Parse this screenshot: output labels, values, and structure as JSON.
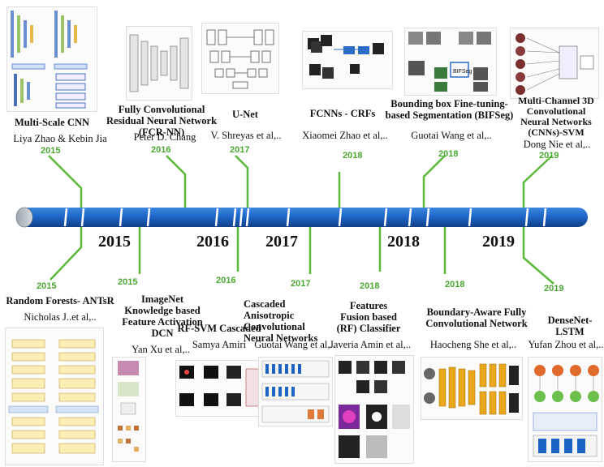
{
  "colors": {
    "timeline": "#1c64c4",
    "timeline_dark": "#123f86",
    "connector": "#5cb83a",
    "year_small": "#4aa832"
  },
  "timeline": {
    "years": [
      "2015",
      "2016",
      "2017",
      "2018",
      "2019"
    ]
  },
  "top_items": [
    {
      "title": "Multi-Scale CNN",
      "author": "Liya Zhao & Kebin Jia",
      "year": "2015"
    },
    {
      "title": "Fully Convolutional Residual Neural Network (FCR-NN)",
      "author": "Peter D. Chang",
      "year": "2016"
    },
    {
      "title": "U-Net",
      "author": "V. Shreyas et al,..",
      "year": "2017"
    },
    {
      "title": "FCNNs - CRFs",
      "author": "Xiaomei Zhao et al,..",
      "year": "2018"
    },
    {
      "title": "Bounding box Fine-tuning-based Segmentation (BIFSeg)",
      "author": "Guotai Wang et al,..",
      "year": "2018"
    },
    {
      "title": "Multi-Channel 3D Convolutional Neural Networks (CNNs)-SVM",
      "author": "Dong Nie et al,..",
      "year": "2019"
    }
  ],
  "bottom_items": [
    {
      "title": "Random Forests- ANTsR",
      "author": "Nicholas J..et al,..",
      "year": "2015"
    },
    {
      "title": "ImageNet Knowledge based Feature Activation DCN",
      "author": "Yan Xu et al,..",
      "year": "2015"
    },
    {
      "title": "RF-SVM Cascaded",
      "author": "Samya Amiri",
      "year": "2016"
    },
    {
      "title": "Cascaded Anisotropic Convolutional Neural Networks",
      "author": "Guotai Wang et al,..",
      "year": "2017"
    },
    {
      "title": "Features Fusion based (RF) Classifier",
      "author": "Javeria Amin et al,..",
      "year": "2018"
    },
    {
      "title": "Boundary-Aware Fully Convolutional Network",
      "author": "Haocheng She et al,..",
      "year": "2018"
    },
    {
      "title": "DenseNet-LSTM",
      "author": "Yufan Zhou et al,..",
      "year": "2019"
    }
  ]
}
